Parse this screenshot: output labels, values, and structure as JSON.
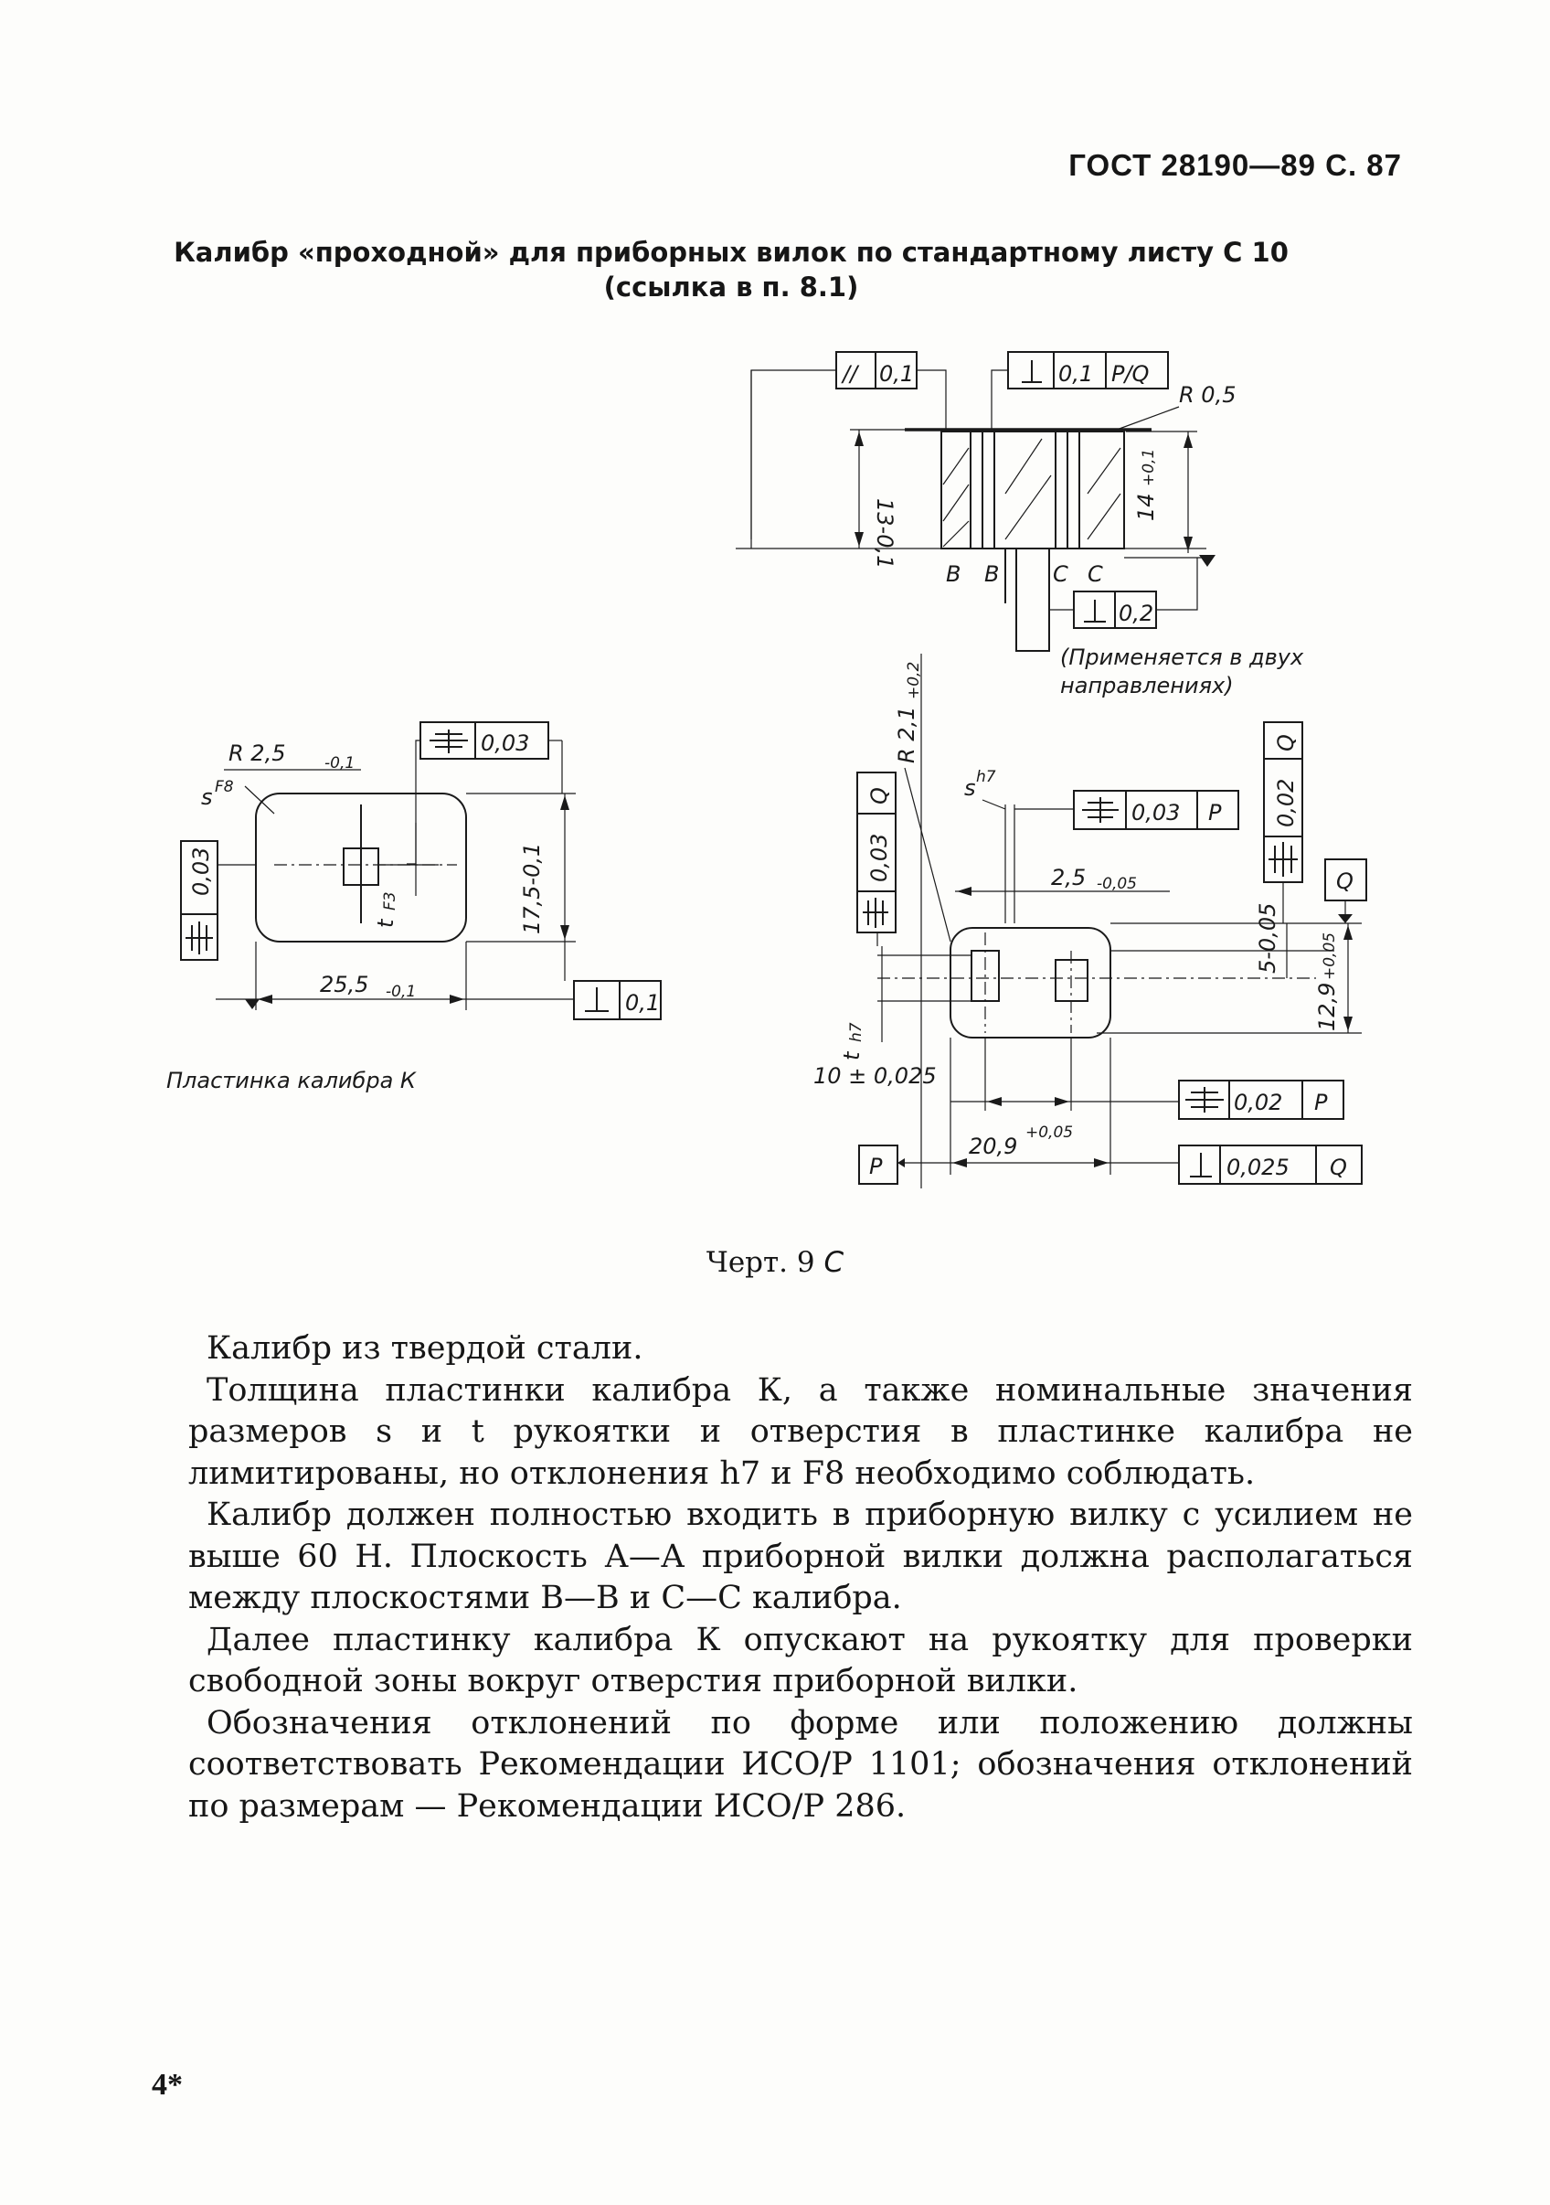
{
  "header": {
    "doc_ref": "ГОСТ 28190—89 С. 87"
  },
  "title": {
    "line1": "Калибр «проходной» для приборных вилок по стандартному листу С 10",
    "line2": "(ссылка в п. 8.1)"
  },
  "drawing": {
    "top_view": {
      "tol_parallel": "0,1",
      "tol_perp": "0,1",
      "datum_pq": "P/Q",
      "radius": "R  0,5",
      "dim_13": "13-0,1",
      "dim_14": "14",
      "dim_14_tol": "+0,1",
      "label_b1": "B",
      "label_b2": "B",
      "label_c1": "C",
      "label_c2": "C",
      "tol_perp_02": "0,2",
      "note_line1": "(Применяется в двух",
      "note_line2": "направлениях)"
    },
    "plate": {
      "radius": "R 2,5",
      "radius_tol": "-0,1",
      "fit_s": "s",
      "fit_s_tol": "F8",
      "tol_sym": "0,03",
      "tol_left": "0,03",
      "dim_width": "25,5",
      "dim_width_tol": "-0,1",
      "dim_height": "17,5-0,1",
      "dim_t": "t",
      "dim_t_tol": "F3",
      "tol_perp": "0,1",
      "caption": "Пластинка калибра К"
    },
    "handle": {
      "radius": "R 2,1",
      "radius_tol": "+0,2",
      "fit_s": "s",
      "fit_s_tol": "h7",
      "tol_sym_p": "0,03",
      "datum_p1": "P",
      "datum_q_top": "Q",
      "tol_left": "0,03",
      "datum_q_left": "Q",
      "tol_right": "0,02",
      "datum_q_right": "Q",
      "datum_q_box": "Q",
      "dim_25": "2,5",
      "dim_25_tol": "-0,05",
      "dim_5": "5-0,05",
      "dim_129": "12,9",
      "dim_129_tol": "+0,05",
      "dim_t": "t",
      "dim_t_tol": "h7",
      "dim_10": "10 ± 0,025",
      "tol_sym_02": "0,02",
      "datum_p2": "P",
      "dim_209": "20,9",
      "dim_209_tol": "+0,05",
      "datum_p3": "P",
      "tol_perp_025": "0,025",
      "datum_q3": "Q"
    }
  },
  "caption": {
    "label": "Черт. 9",
    "letter": "С"
  },
  "body": {
    "p1": "Калибр из твердой стали.",
    "p2": "Толщина пластинки калибра К, а также номинальные значения размеров s и t рукоятки и отверстия в пластинке калибра не лимитированы, но отклонения h7 и F8 необходимо соблюдать.",
    "p3": "Калибр должен полностью входить в приборную вилку с усилием не выше 60 Н. Плоскость А—А приборной вилки должна располагаться между плоскостями В—В и С—С калибра.",
    "p4": "Далее пластинку калибра К опускают на рукоятку для проверки свободной зоны вокруг отверстия приборной вилки.",
    "p5": "Обозначения отклонений по форме или положению должны соответствовать Рекомендации ИСО/Р 1101; обозначения отклонений по размерам — Рекомендации ИСО/Р 286."
  },
  "page_number": "4*"
}
